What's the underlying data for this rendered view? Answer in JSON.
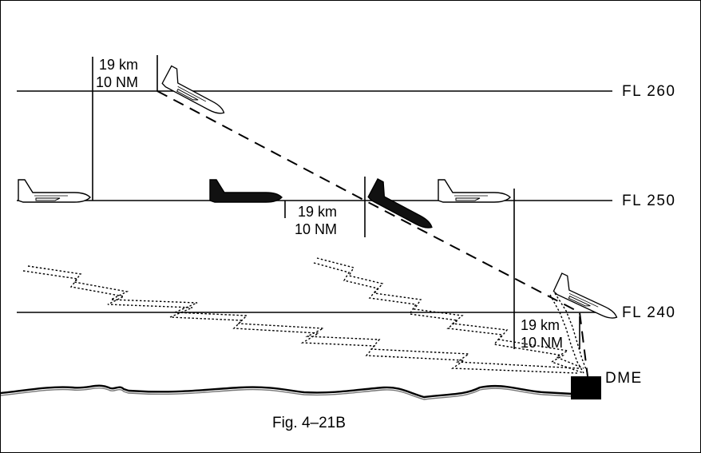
{
  "diagram": {
    "flight_levels": [
      "FL 260",
      "FL 250",
      "FL 240"
    ],
    "distance_km": "19 km",
    "distance_nm": "10 NM",
    "station_label": "DME",
    "caption": "Fig. 4–21B"
  }
}
